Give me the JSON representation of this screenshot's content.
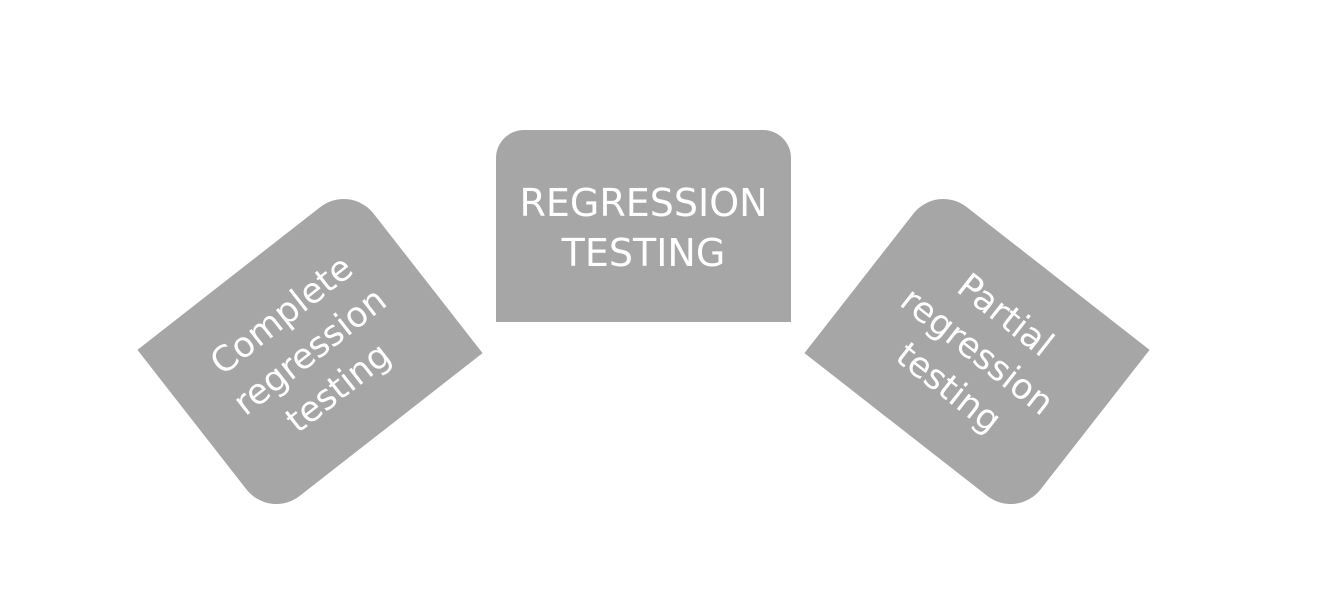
{
  "diagram": {
    "center": {
      "text": "REGRESSION\nTESTING"
    },
    "left": {
      "text": "Complete\nregression\ntesting"
    },
    "right": {
      "text": "Partial\nregression\ntesting"
    },
    "colors": {
      "shape_fill": "#a6a6a6",
      "text": "#ffffff",
      "background": "#ffffff"
    }
  }
}
